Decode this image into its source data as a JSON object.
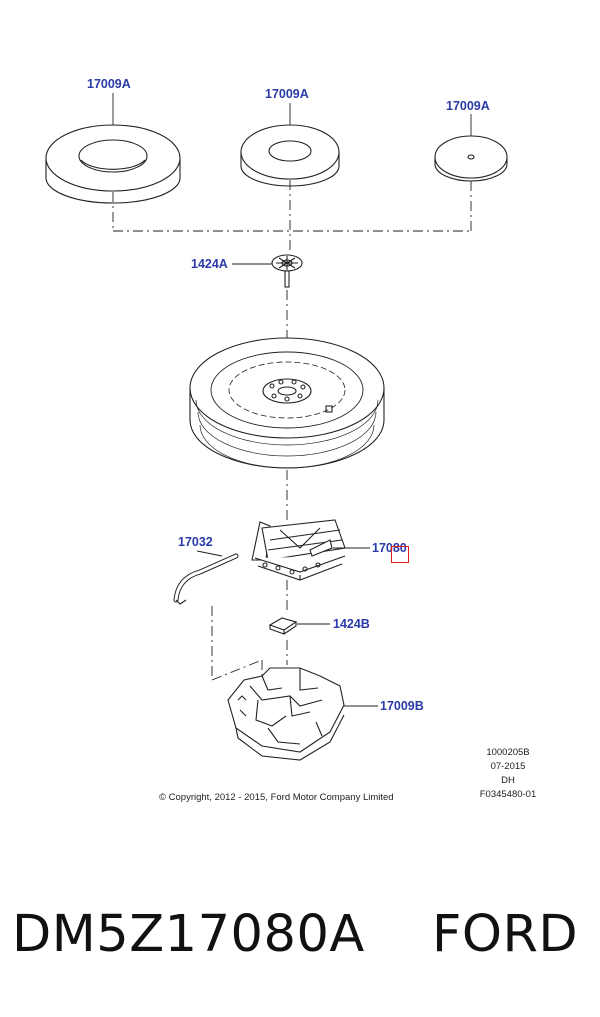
{
  "callouts": {
    "ring_large": "17009A",
    "ring_medium": "17009A",
    "cover_disc": "17009A",
    "hold_down": "1424A",
    "jack_handle": "17032",
    "jack": "17080",
    "clip": "1424B",
    "foam_tray": "17009B"
  },
  "copyright": "© Copyright, 2012 - 2015, Ford Motor Company Limited",
  "meta": [
    "1000205B",
    "07-2015",
    "DH",
    "F0345480-01"
  ],
  "part_number": "DM5Z17080A",
  "brand": "FORD",
  "colors": {
    "callout": "#2a3aa8",
    "highlight": "#e0201c",
    "linework": "#222222"
  }
}
